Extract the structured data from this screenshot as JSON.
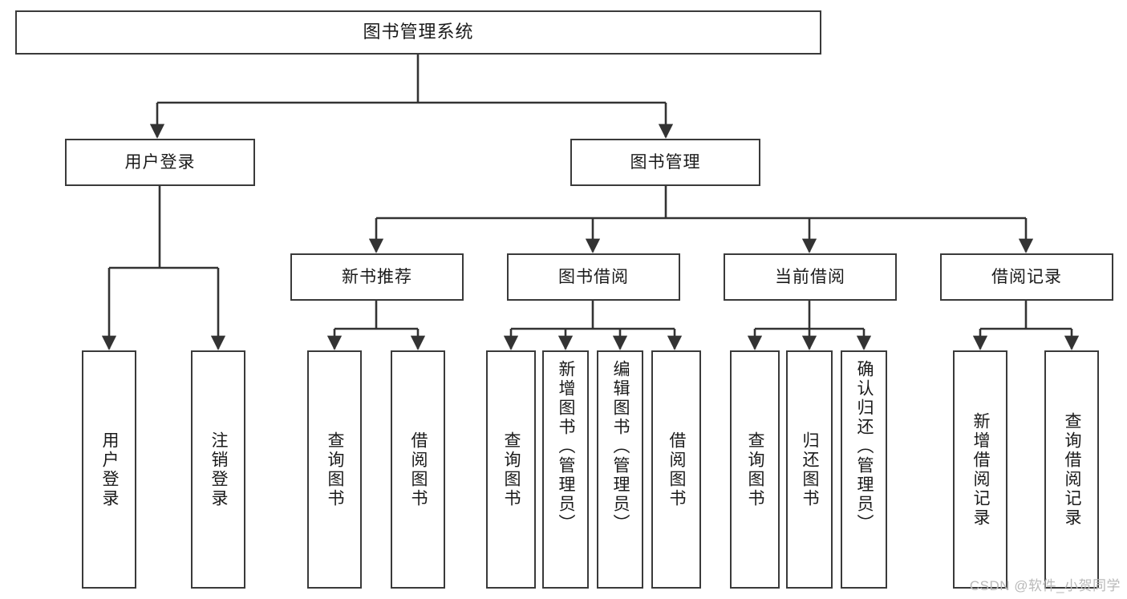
{
  "diagram": {
    "title": "图书管理系统",
    "watermark": "CSDN @软件_小贺同学",
    "colors": {
      "background": "#ffffff",
      "node_border": "#3a3a3a",
      "node_fill": "#ffffff",
      "edge": "#333333",
      "text": "#1a1a1a",
      "watermark": "#b9b9b9"
    },
    "nodes": {
      "root": {
        "label": "图书管理系统"
      },
      "level2": [
        {
          "label": "用户登录"
        },
        {
          "label": "图书管理"
        }
      ],
      "level3": [
        {
          "label": "新书推荐"
        },
        {
          "label": "图书借阅"
        },
        {
          "label": "当前借阅"
        },
        {
          "label": "借阅记录"
        }
      ],
      "leaves": {
        "user_login": [
          {
            "label": "用户登录"
          },
          {
            "label": "注销登录"
          }
        ],
        "new_book_recommend": [
          {
            "label": "查询图书"
          },
          {
            "label": "借阅图书"
          }
        ],
        "book_borrow": [
          {
            "label": "查询图书"
          },
          {
            "label": "新增图书（管理员）"
          },
          {
            "label": "编辑图书（管理员）"
          },
          {
            "label": "借阅图书"
          }
        ],
        "current_borrow": [
          {
            "label": "查询图书"
          },
          {
            "label": "归还图书"
          },
          {
            "label": "确认归还（管理员）"
          }
        ],
        "borrow_record": [
          {
            "label": "新增借阅记录"
          },
          {
            "label": "查询借阅记录"
          }
        ]
      }
    }
  },
  "chart_data": {
    "type": "tree",
    "title": "图书管理系统",
    "orientation": "top-down",
    "levels": 4,
    "edges": [
      {
        "from": "图书管理系统",
        "to": "用户登录"
      },
      {
        "from": "图书管理系统",
        "to": "图书管理"
      },
      {
        "from": "用户登录",
        "to": "用户登录(功能)"
      },
      {
        "from": "用户登录",
        "to": "注销登录"
      },
      {
        "from": "图书管理",
        "to": "新书推荐"
      },
      {
        "from": "图书管理",
        "to": "图书借阅"
      },
      {
        "from": "图书管理",
        "to": "当前借阅"
      },
      {
        "from": "图书管理",
        "to": "借阅记录"
      },
      {
        "from": "新书推荐",
        "to": "查询图书"
      },
      {
        "from": "新书推荐",
        "to": "借阅图书"
      },
      {
        "from": "图书借阅",
        "to": "查询图书"
      },
      {
        "from": "图书借阅",
        "to": "新增图书（管理员）"
      },
      {
        "from": "图书借阅",
        "to": "编辑图书（管理员）"
      },
      {
        "from": "图书借阅",
        "to": "借阅图书"
      },
      {
        "from": "当前借阅",
        "to": "查询图书"
      },
      {
        "from": "当前借阅",
        "to": "归还图书"
      },
      {
        "from": "当前借阅",
        "to": "确认归还（管理员）"
      },
      {
        "from": "借阅记录",
        "to": "新增借阅记录"
      },
      {
        "from": "借阅记录",
        "to": "查询借阅记录"
      }
    ]
  }
}
